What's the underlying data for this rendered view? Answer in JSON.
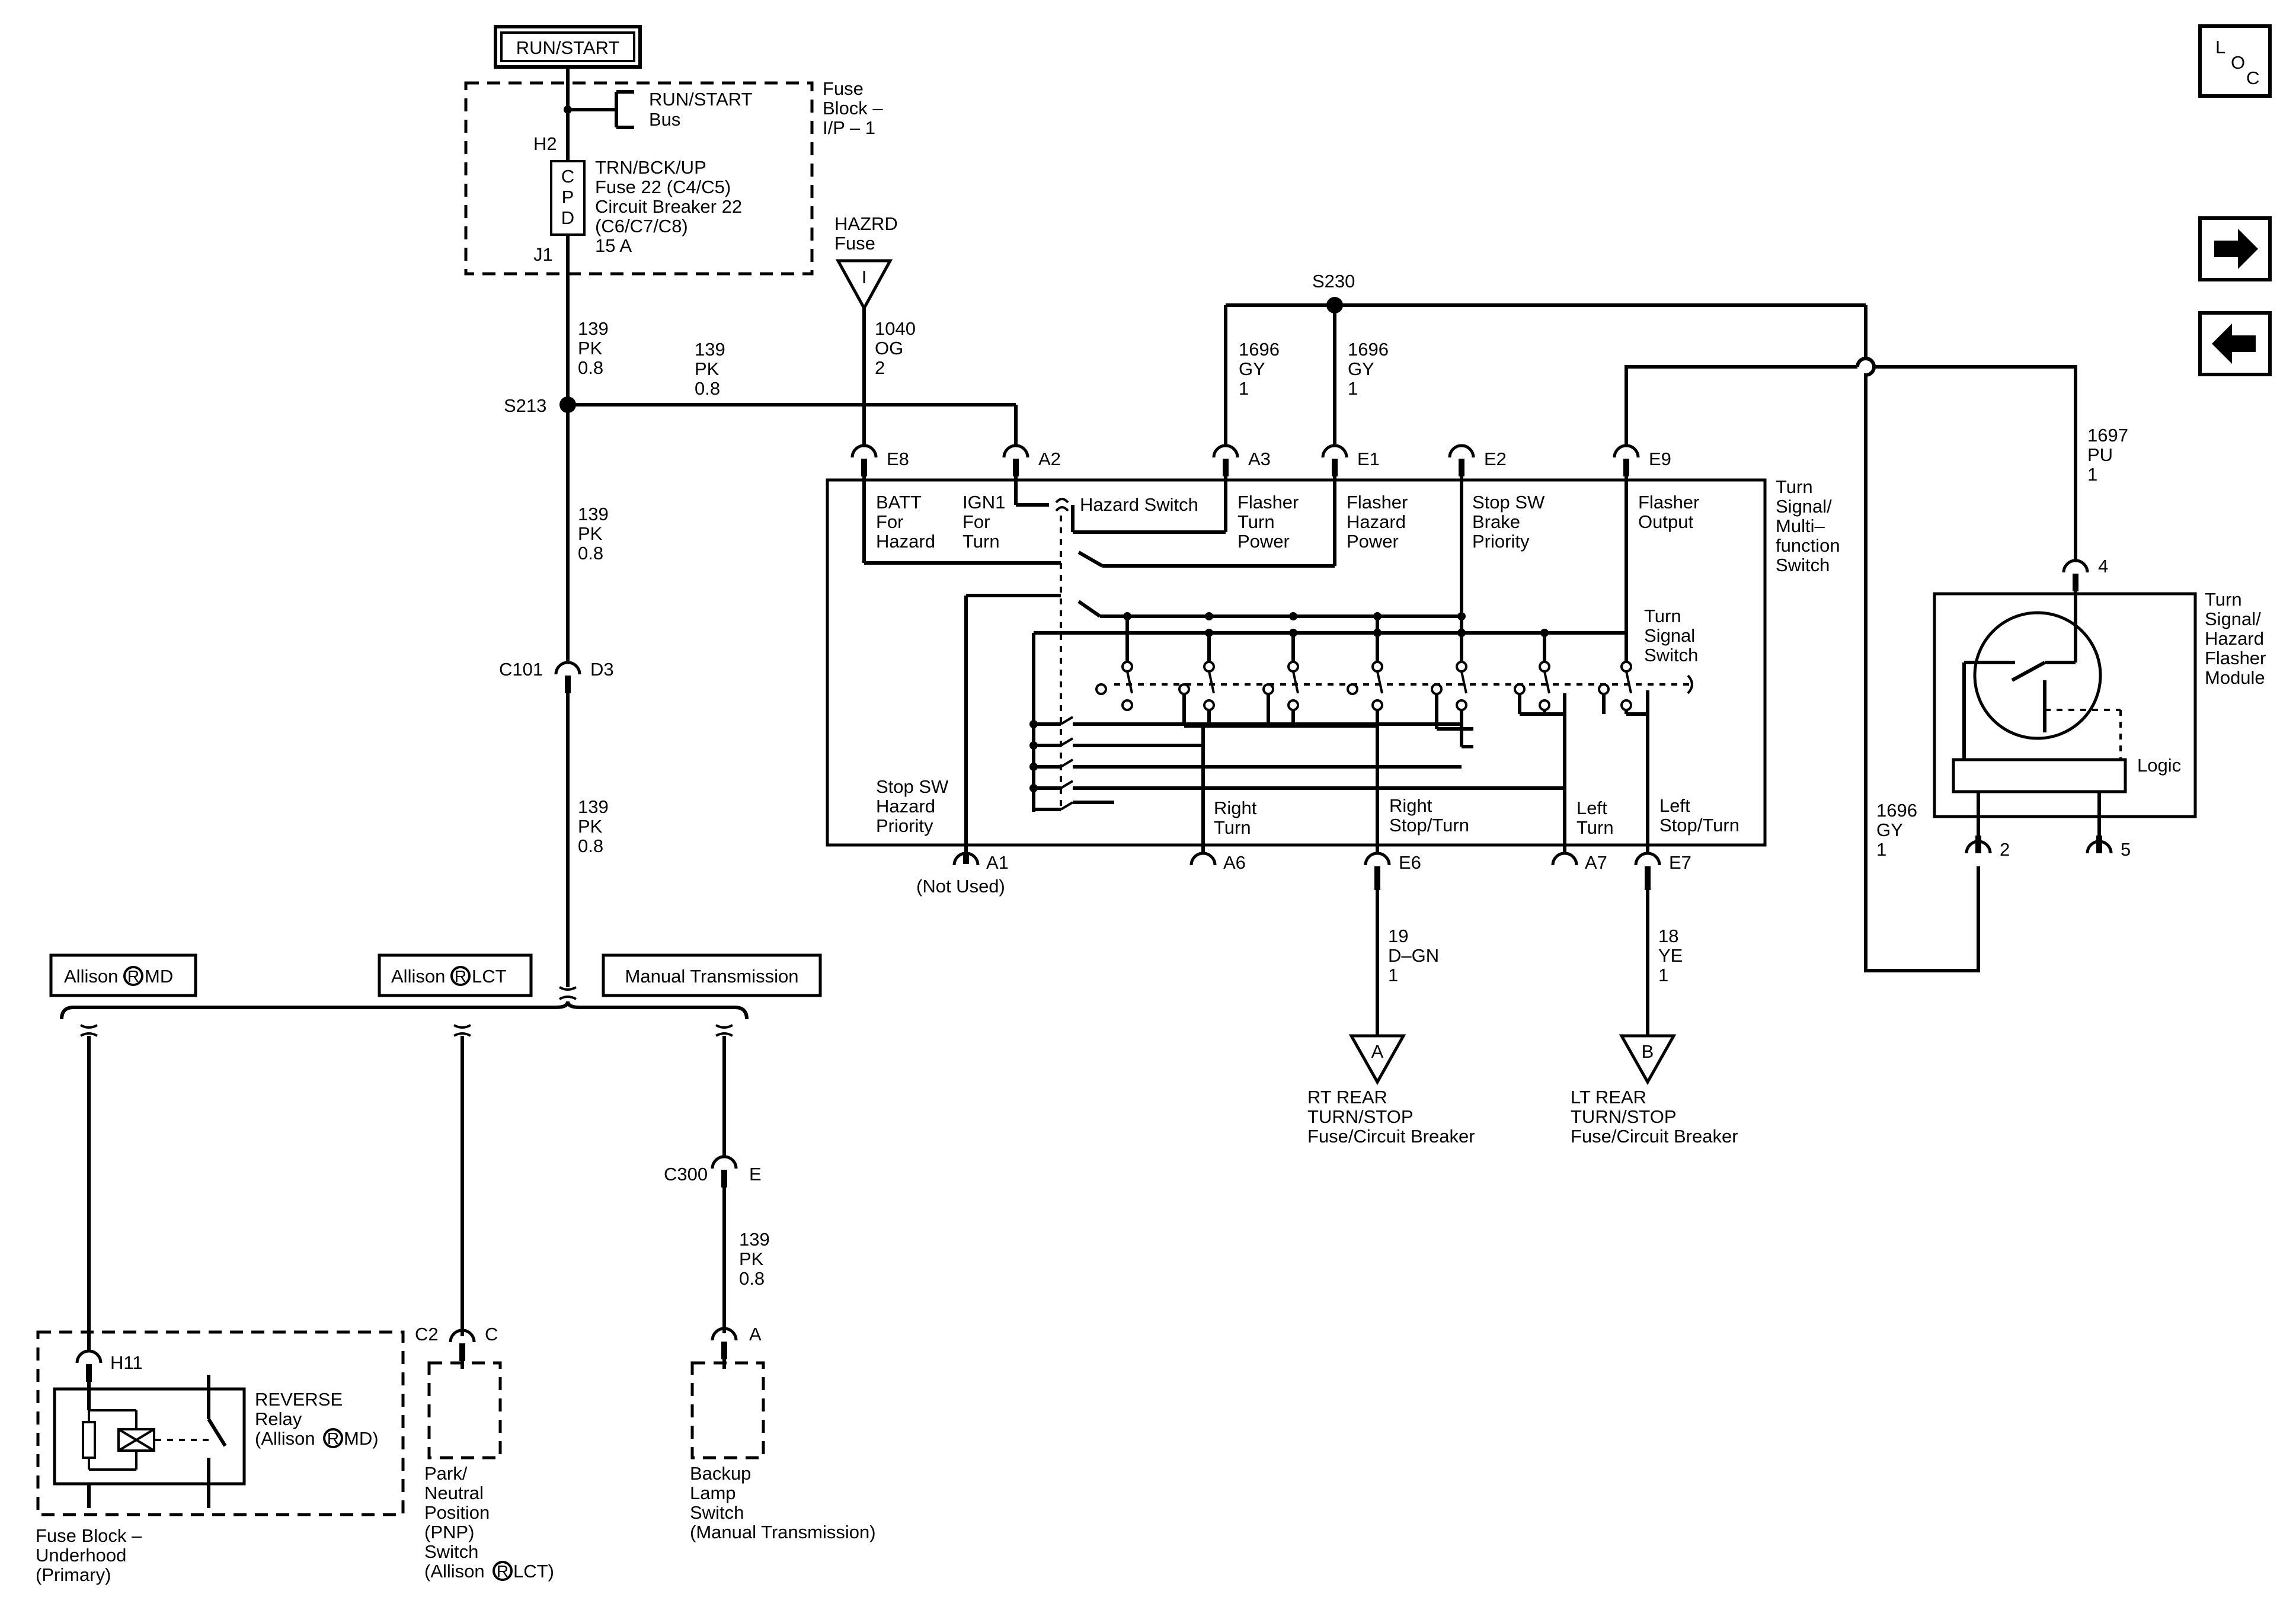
{
  "labels": {
    "run_start_header": "RUN/START",
    "run_start_bus_1": "RUN/START",
    "run_start_bus_2": "Bus",
    "fuse_block_ip_1": "Fuse",
    "fuse_block_ip_2": "Block –",
    "fuse_block_ip_3": "I/P – 1",
    "h2": "H2",
    "j1": "J1",
    "cpd_c": "C",
    "cpd_p": "P",
    "cpd_d": "D",
    "fuse22_1": "TRN/BCK/UP",
    "fuse22_2": "Fuse 22 (C4/C5)",
    "fuse22_3": "Circuit Breaker 22",
    "fuse22_4": "(C6/C7/C8)",
    "fuse22_5": "15 A",
    "hazrd_1": "HAZRD",
    "hazrd_2": "Fuse",
    "s213": "S213",
    "s230": "S230",
    "c101": "C101",
    "d3": "D3",
    "c300": "C300",
    "c300_e": "E",
    "c2": "C2",
    "c2_c": "C",
    "h11": "H11",
    "backup_a": "A",
    "allison_md_tag": "Allison",
    "allison_md_tag_suffix": "MD",
    "allison_lct_tag": "Allison",
    "allison_lct_tag_suffix": "LCT",
    "manual_trans_tag": "Manual Transmission",
    "reverse_1": "REVERSE",
    "reverse_2": "Relay",
    "reverse_3": "(Allison",
    "reverse_3_suffix": "MD)",
    "fbu_1": "Fuse Block –",
    "fbu_2": "Underhood",
    "fbu_3": "(Primary)",
    "pnp_1": "Park/",
    "pnp_2": "Neutral",
    "pnp_3": "Position",
    "pnp_4": "(PNP)",
    "pnp_5": "Switch",
    "pnp_6": "(Allison",
    "pnp_6_suffix": "LCT)",
    "bls_1": "Backup",
    "bls_2": "Lamp",
    "bls_3": "Switch",
    "bls_4": "(Manual Transmission)",
    "pin_e8": "E8",
    "pin_a2": "A2",
    "pin_a3": "A3",
    "pin_e1": "E1",
    "pin_e2": "E2",
    "pin_e9": "E9",
    "pin_a1": "A1",
    "pin_a1_note": "(Not Used)",
    "pin_a6": "A6",
    "pin_e6": "E6",
    "pin_a7": "A7",
    "pin_e7": "E7",
    "batt_1": "BATT",
    "batt_2": "For",
    "batt_3": "Hazard",
    "ign1_1": "IGN1",
    "ign1_2": "For",
    "ign1_3": "Turn",
    "hazard_switch": "Hazard Switch",
    "ftp_1": "Flasher",
    "ftp_2": "Turn",
    "ftp_3": "Power",
    "fhp_1": "Flasher",
    "fhp_2": "Hazard",
    "fhp_3": "Power",
    "ssbp_1": "Stop SW",
    "ssbp_2": "Brake",
    "ssbp_3": "Priority",
    "fo_1": "Flasher",
    "fo_2": "Output",
    "tsms_1": "Turn",
    "tsms_2": "Signal/",
    "tsms_3": "Multi–",
    "tsms_4": "function",
    "tsms_5": "Switch",
    "tss_1": "Turn",
    "tss_2": "Signal",
    "tss_3": "Switch",
    "sshp_1": "Stop SW",
    "sshp_2": "Hazard",
    "sshp_3": "Priority",
    "rt_1": "Right",
    "rt_2": "Turn",
    "rst_1": "Right",
    "rst_2": "Stop/Turn",
    "lt_1": "Left",
    "lt_2": "Turn",
    "lst_1": "Left",
    "lst_2": "Stop/Turn",
    "rt_rear_1": "RT REAR",
    "rt_rear_2": "TURN/STOP",
    "rt_rear_3": "Fuse/Circuit Breaker",
    "lt_rear_1": "LT REAR",
    "lt_rear_2": "TURN/STOP",
    "lt_rear_3": "Fuse/Circuit Breaker",
    "tri_i": "I",
    "tri_a": "A",
    "tri_b": "B",
    "fm_1": "Turn",
    "fm_2": "Signal/",
    "fm_3": "Hazard",
    "fm_4": "Flasher",
    "fm_5": "Module",
    "logic": "Logic",
    "pin_4": "4",
    "pin_2": "2",
    "pin_5": "5",
    "loc_l": "L",
    "loc_o": "O",
    "loc_c": "C",
    "registered": "R"
  },
  "wires": {
    "w139_a": [
      "139",
      "PK",
      "0.8"
    ],
    "w139_b": [
      "139",
      "PK",
      "0.8"
    ],
    "w139_c": [
      "139",
      "PK",
      "0.8"
    ],
    "w139_d": [
      "139",
      "PK",
      "0.8"
    ],
    "w139_e": [
      "139",
      "PK",
      "0.8"
    ],
    "w1040": [
      "1040",
      "OG",
      "2"
    ],
    "w1696_a": [
      "1696",
      "GY",
      "1"
    ],
    "w1696_b": [
      "1696",
      "GY",
      "1"
    ],
    "w1696_c": [
      "1696",
      "GY",
      "1"
    ],
    "w1697": [
      "1697",
      "PU",
      "1"
    ],
    "w19": [
      "19",
      "D–GN",
      "1"
    ],
    "w18": [
      "18",
      "YE",
      "1"
    ]
  },
  "icons": {
    "nav_next": "arrow-right-icon",
    "nav_prev": "arrow-left-icon",
    "loc": "loc-icon"
  }
}
